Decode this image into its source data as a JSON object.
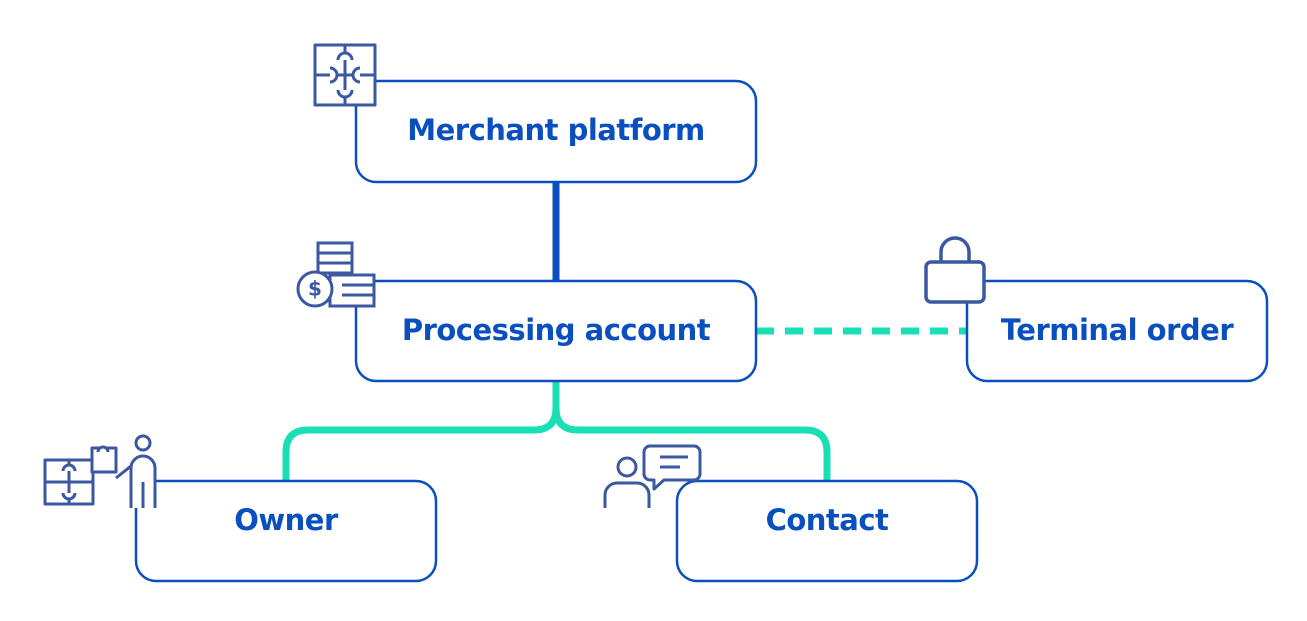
{
  "nodes": {
    "merchant_platform": {
      "label": "Merchant platform",
      "icon": "puzzle-icon"
    },
    "processing_account": {
      "label": "Processing account",
      "icon": "coins-cash-icon"
    },
    "terminal_order": {
      "label": "Terminal order",
      "icon": "shopping-bag-icon"
    },
    "owner": {
      "label": "Owner",
      "icon": "person-puzzle-icon"
    },
    "contact": {
      "label": "Contact",
      "icon": "person-chat-icon"
    }
  },
  "colors": {
    "primary": "#0a4fbf",
    "icon": "#3a59a0",
    "accent": "#19dfb4",
    "text": "#0a4fbf"
  }
}
